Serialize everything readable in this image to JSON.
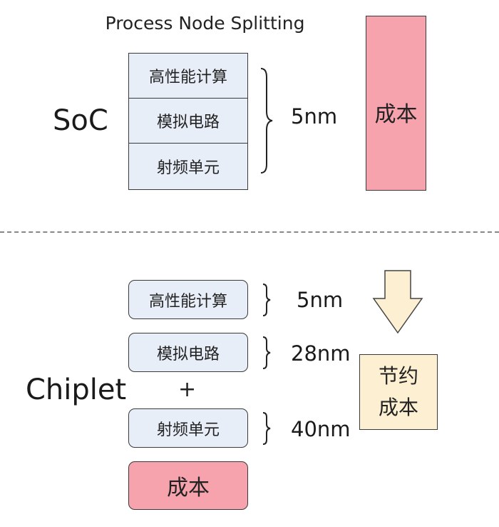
{
  "title": "Process Node Splitting",
  "soc": {
    "label": "SoC",
    "blocks": [
      "高性能计算",
      "模拟电路",
      "射频单元"
    ],
    "node": "5nm",
    "cost_label": "成本"
  },
  "chiplet": {
    "label": "Chiplet",
    "blocks": [
      {
        "name": "高性能计算",
        "node": "5nm"
      },
      {
        "name": "模拟电路",
        "node": "28nm"
      },
      {
        "name": "射频单元",
        "node": "40nm"
      }
    ],
    "plus": "+",
    "cost_label": "成本",
    "savings_line1": "节约",
    "savings_line2": "成本"
  },
  "colors": {
    "block_fill": "#e8eef8",
    "cost_fill": "#f7a3ad",
    "savings_fill": "#fdf0d2",
    "arrow_fill": "#fdf0d2"
  }
}
